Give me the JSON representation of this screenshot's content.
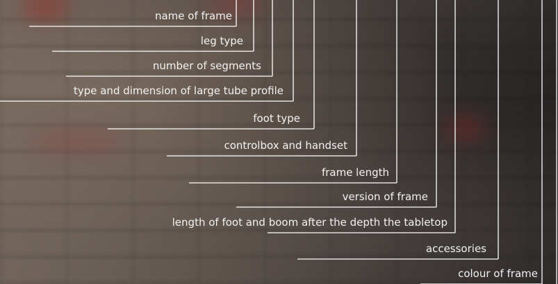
{
  "labels": [
    "name of frame",
    "leg type",
    "number of segments",
    "type and dimension of large tube profile",
    "foot type",
    "controlbox and handset",
    "frame length",
    "version of frame",
    "length of foot and boom after the depth the tabletop",
    "accessories",
    "colour of frame"
  ],
  "colors": {
    "line": "#ffffff",
    "text": "#f2f2f2"
  }
}
